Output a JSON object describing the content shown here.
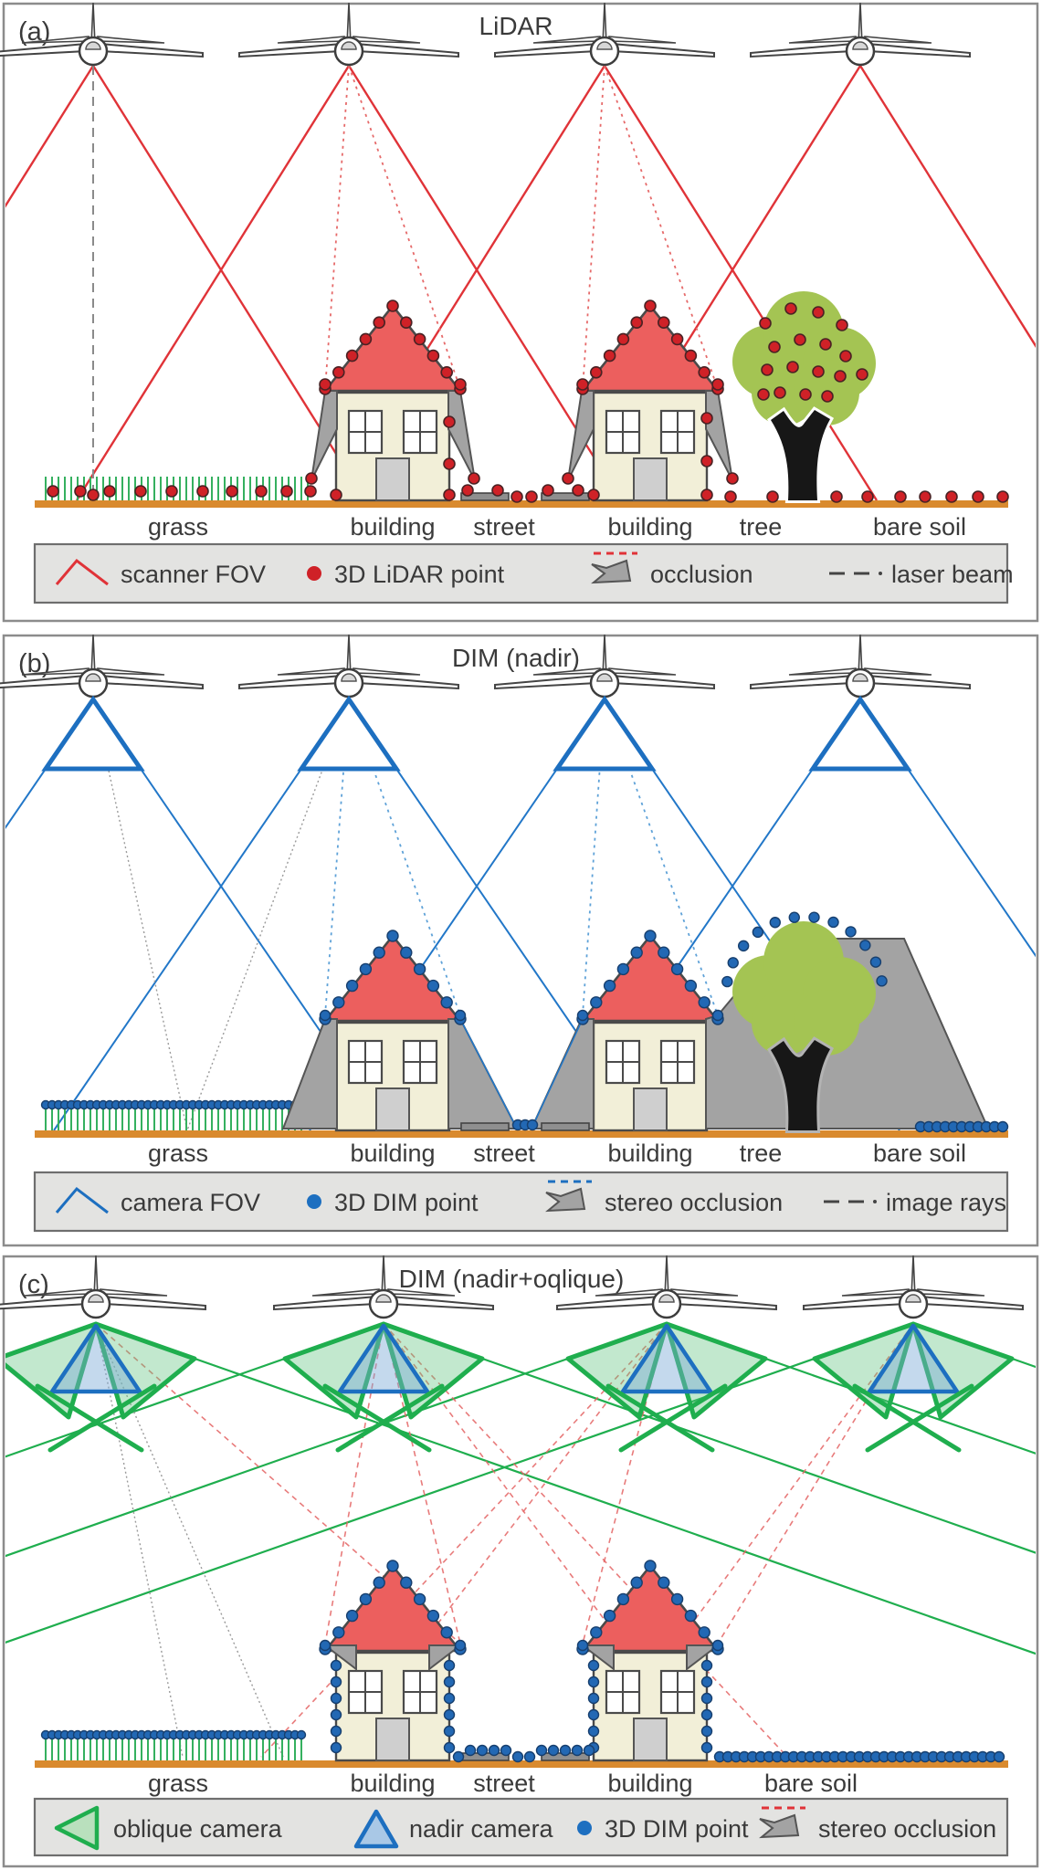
{
  "colors": {
    "scanner_red": "#e03338",
    "lidar_point_red": "#cf2127",
    "camera_blue": "#1d6fc0",
    "dim_point_blue": "#2268b4",
    "oblique_green": "#1fae4e",
    "occlusion_gray": "#a3a3a3",
    "roof_red": "#ec5f5e",
    "wall_cream": "#f2efd8",
    "ground_orange": "#d98a2e",
    "grass_green": "#35b05f",
    "tree_green": "#a4c453",
    "legend_bg": "#e3e3e1",
    "text": "#3a3a3a"
  },
  "panels": [
    {
      "label": "(a)",
      "title": "LiDAR",
      "ground_labels": [
        "grass",
        "building",
        "street",
        "building",
        "tree",
        "bare soil"
      ],
      "legend": [
        {
          "label": "scanner FOV"
        },
        {
          "label": "3D LiDAR point"
        },
        {
          "label": "occlusion"
        },
        {
          "label": "laser beam"
        }
      ]
    },
    {
      "label": "(b)",
      "title": "DIM (nadir)",
      "ground_labels": [
        "grass",
        "building",
        "street",
        "building",
        "tree",
        "bare soil"
      ],
      "legend": [
        {
          "label": "camera FOV"
        },
        {
          "label": "3D DIM point"
        },
        {
          "label": "stereo occlusion"
        },
        {
          "label": "image rays"
        }
      ]
    },
    {
      "label": "(c)",
      "title": "DIM (nadir+oqlique)",
      "ground_labels": [
        "grass",
        "building",
        "street",
        "building",
        "bare soil"
      ],
      "legend": [
        {
          "label": "oblique camera"
        },
        {
          "label": "nadir camera"
        },
        {
          "label": "3D DIM point"
        },
        {
          "label": "stereo occlusion"
        }
      ]
    }
  ]
}
